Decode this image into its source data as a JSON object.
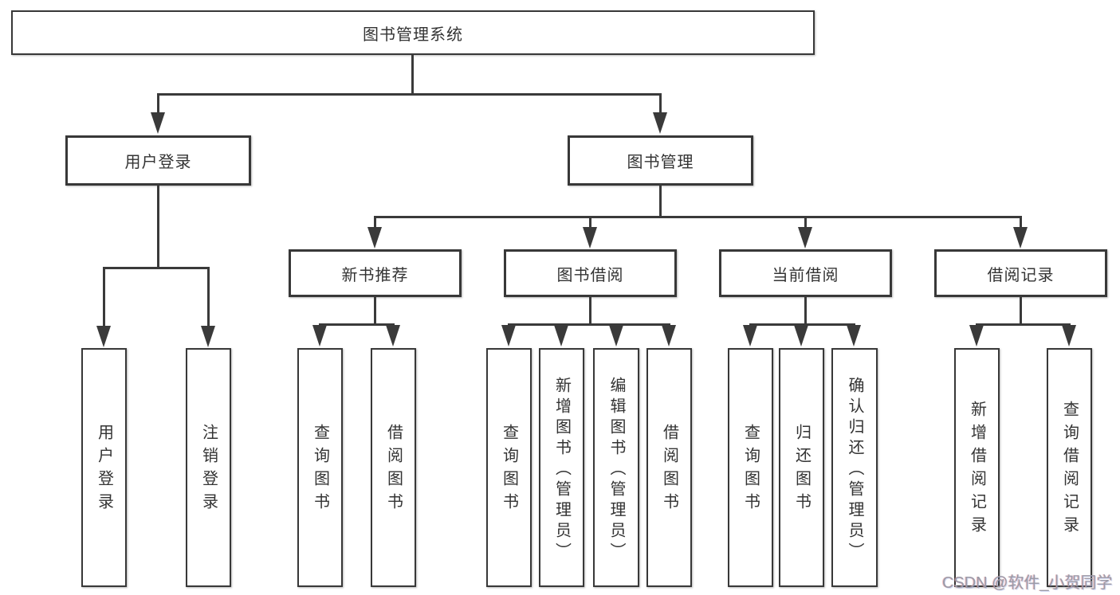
{
  "colors": {
    "line": "#3a3a3a",
    "box_border": "#383838",
    "text": "#333333",
    "watermark": "#9b9ba8",
    "background": "#ffffff"
  },
  "tree": {
    "label": "图书管理系统",
    "children": [
      {
        "label": "用户登录",
        "children": [
          {
            "label": "用户登录"
          },
          {
            "label": "注销登录"
          }
        ]
      },
      {
        "label": "图书管理",
        "children": [
          {
            "label": "新书推荐",
            "children": [
              {
                "label": "查询图书"
              },
              {
                "label": "借阅图书"
              }
            ]
          },
          {
            "label": "图书借阅",
            "children": [
              {
                "label": "查询图书"
              },
              {
                "label": "新增图书（管理员）"
              },
              {
                "label": "编辑图书（管理员）"
              },
              {
                "label": "借阅图书"
              }
            ]
          },
          {
            "label": "当前借阅",
            "children": [
              {
                "label": "查询图书"
              },
              {
                "label": "归还图书"
              },
              {
                "label": "确认归还（管理员）"
              }
            ]
          },
          {
            "label": "借阅记录",
            "children": [
              {
                "label": "新增借阅记录"
              },
              {
                "label": "查询借阅记录"
              }
            ]
          }
        ]
      }
    ]
  },
  "watermark": {
    "text": "CSDN @软件_小贺同学"
  }
}
